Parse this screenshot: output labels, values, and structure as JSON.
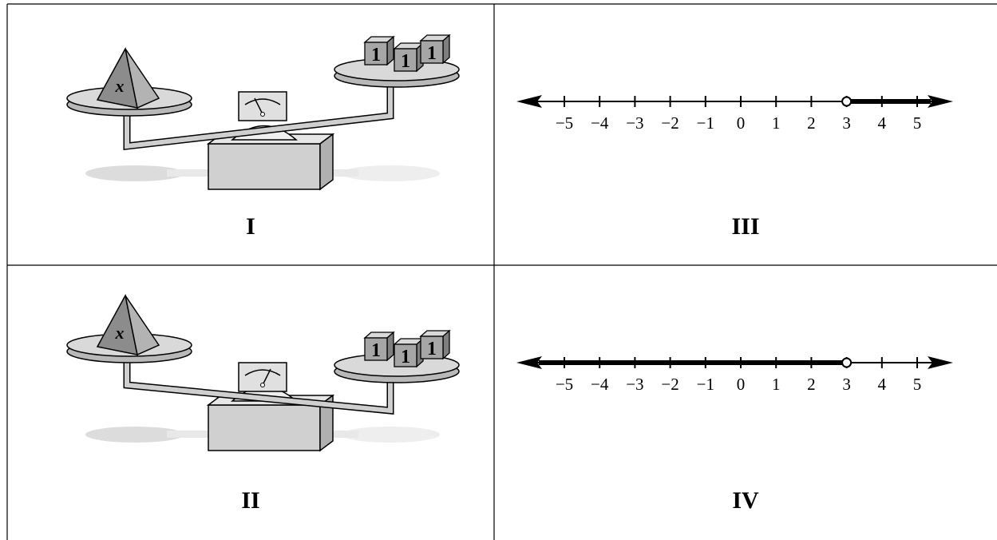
{
  "panels": [
    {
      "id": "I",
      "label": "I",
      "kind": "scale",
      "tilt": "left-heavier",
      "left_pan": {
        "object": "pyramid",
        "symbol": "x"
      },
      "right_pan": {
        "object": "cubes",
        "cube_labels": [
          "1",
          "1",
          "1"
        ]
      }
    },
    {
      "id": "II",
      "label": "II",
      "kind": "scale",
      "tilt": "right-heavier",
      "left_pan": {
        "object": "pyramid",
        "symbol": "x"
      },
      "right_pan": {
        "object": "cubes",
        "cube_labels": [
          "1",
          "1",
          "1"
        ]
      }
    },
    {
      "id": "III",
      "label": "III",
      "kind": "number_line",
      "ticks": [
        "−5",
        "−4",
        "−3",
        "−2",
        "−1",
        "0",
        "1",
        "2",
        "3",
        "4",
        "5"
      ],
      "tick_values": [
        -5,
        -4,
        -3,
        -2,
        -1,
        0,
        1,
        2,
        3,
        4,
        5
      ],
      "open_point": 3,
      "shaded": "right"
    },
    {
      "id": "IV",
      "label": "IV",
      "kind": "number_line",
      "ticks": [
        "−5",
        "−4",
        "−3",
        "−2",
        "−1",
        "0",
        "1",
        "2",
        "3",
        "4",
        "5"
      ],
      "tick_values": [
        -5,
        -4,
        -3,
        -2,
        -1,
        0,
        1,
        2,
        3,
        4,
        5
      ],
      "open_point": 3,
      "shaded": "left"
    }
  ],
  "colors": {
    "border": "#000000",
    "pan": "#d9d9d9",
    "pyramid": "#8c8c8c",
    "cube": "#a6a6a6",
    "shadow": "#dcdcdc",
    "line": "#000000"
  }
}
